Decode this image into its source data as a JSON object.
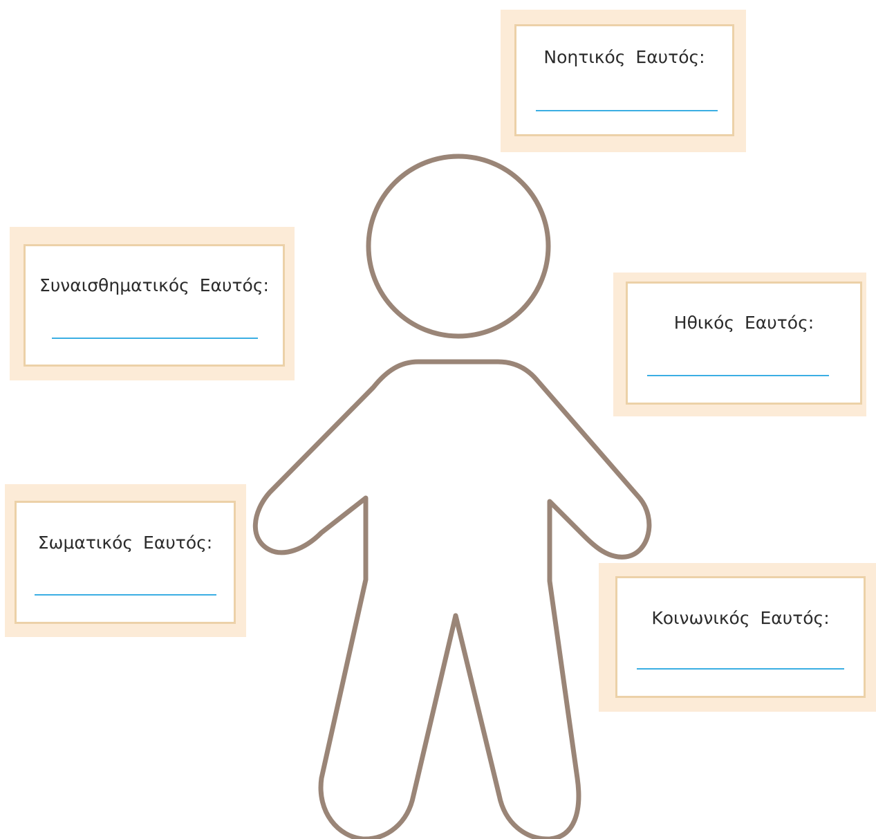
{
  "figure": {
    "outline_color": "#9a8577",
    "card_outer_color": "#fcebd7",
    "card_border_color": "#ecd1a8",
    "answer_line_color": "#3aaee3"
  },
  "cards": {
    "mental": {
      "label": "Νοητικός Εαυτός:"
    },
    "emotional": {
      "label": "Συναισθηματικός Εαυτός:"
    },
    "moral": {
      "label": "Ηθικός Εαυτός:"
    },
    "physical": {
      "label": "Σωματικός Εαυτός:"
    },
    "social": {
      "label": "Κοινωνικός Εαυτός:"
    }
  }
}
